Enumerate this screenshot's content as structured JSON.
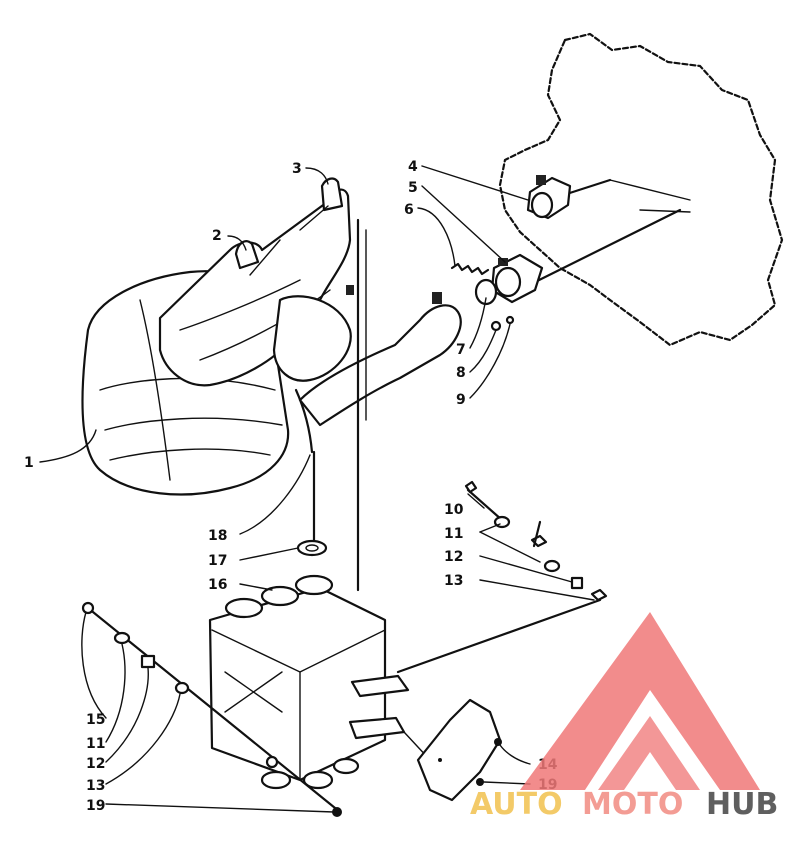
{
  "callouts": {
    "c1": "1",
    "c2": "2",
    "c3": "3",
    "c4": "4",
    "c5": "5",
    "c6": "6",
    "c7": "7",
    "c8": "8",
    "c9": "9",
    "c10": "10",
    "c11a": "11",
    "c12a": "12",
    "c13a": "13",
    "c14": "14",
    "c15": "15",
    "c11b": "11",
    "c12b": "12",
    "c13b": "13",
    "c16": "16",
    "c17": "17",
    "c18": "18",
    "c19a": "19",
    "c19b": "19"
  },
  "watermark": {
    "auto": "AUTO",
    "moto": "MOTO",
    "hub": "HUB",
    "colors": {
      "auto": "#f2c14e",
      "moto": "#f28b82",
      "hub": "#444444",
      "logo": "#f07878"
    }
  }
}
